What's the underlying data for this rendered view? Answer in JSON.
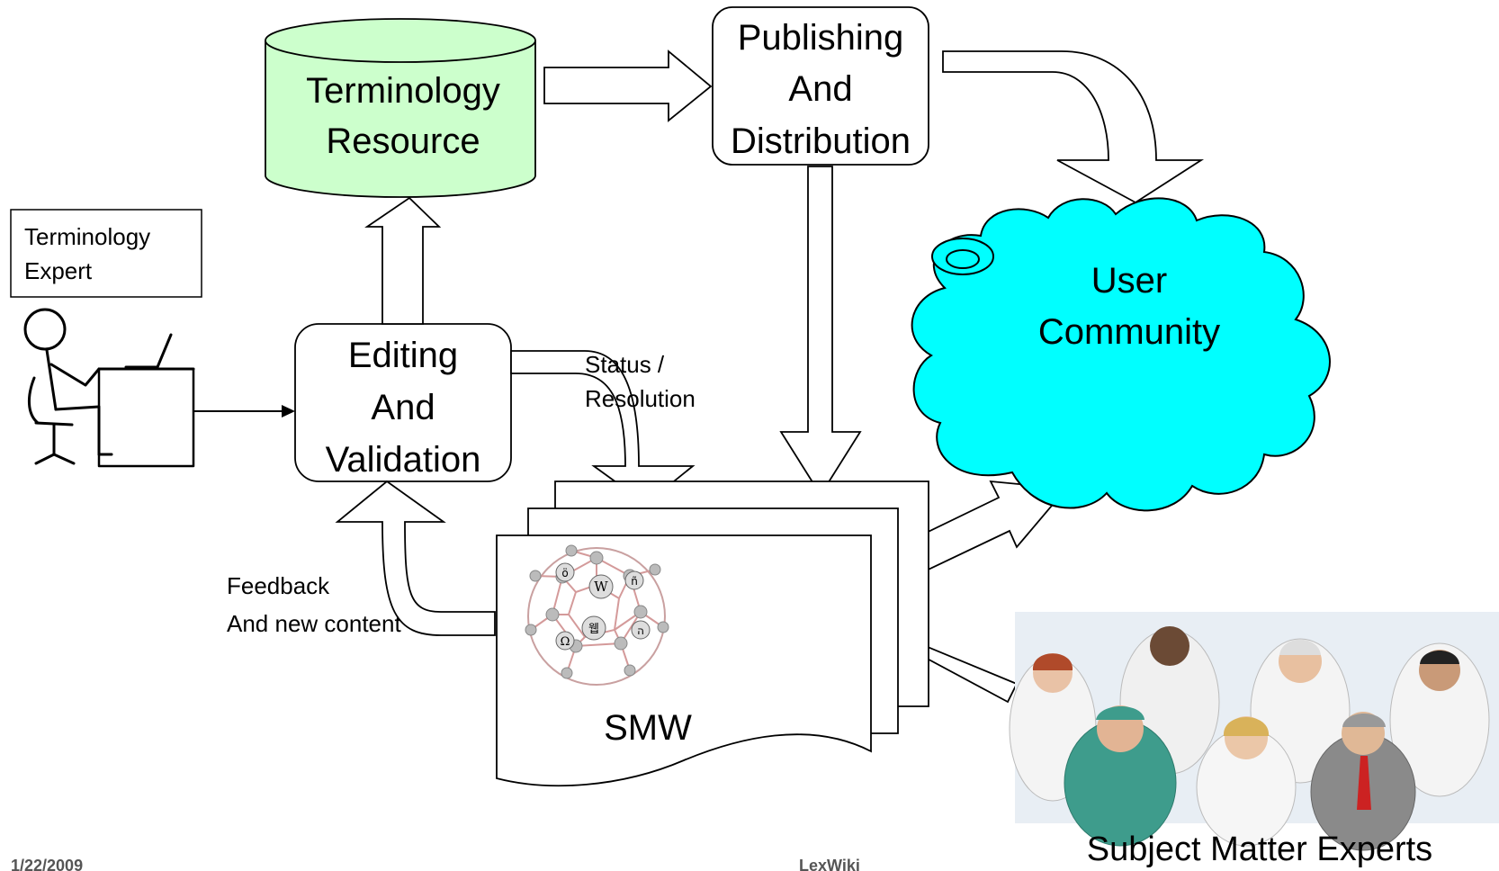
{
  "nodes": {
    "terminology_resource": [
      "Terminology",
      "Resource"
    ],
    "publishing": [
      "Publishing",
      "And",
      "Distribution"
    ],
    "editing": [
      "Editing",
      "And",
      "Validation"
    ],
    "expert_label": [
      "Terminology",
      "Expert"
    ],
    "user_community": [
      "User",
      "Community"
    ],
    "smw": "SMW",
    "smw_logo_glyphs": [
      "Ω",
      "W",
      "웹",
      "ö",
      "ñ",
      "ה"
    ]
  },
  "labels": {
    "status": [
      "Status /",
      "Resolution"
    ],
    "feedback": [
      "Feedback",
      "And new content"
    ],
    "experts": "Subject Matter Experts"
  },
  "footer": {
    "date": "1/22/2009",
    "center": "LexWiki"
  },
  "colors": {
    "cylinder_fill": "#ccffcc",
    "cloud_fill": "#00ffff",
    "photo_bg": "#e8eef4"
  }
}
